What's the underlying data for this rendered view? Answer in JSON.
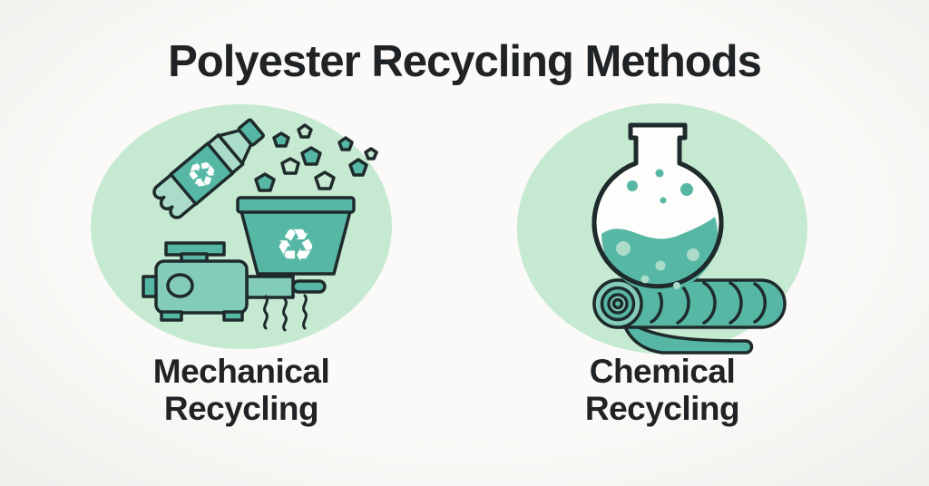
{
  "title": "Polyester Recycling Methods",
  "panels": [
    {
      "id": "mechanical",
      "label_lines": [
        "Mechanical",
        "Recycling"
      ],
      "icons": [
        "plastic-bottle-icon",
        "plastic-flakes-icon",
        "recycling-bin-icon",
        "shredder-machine-icon",
        "extruded-strands-icon"
      ]
    },
    {
      "id": "chemical",
      "label_lines": [
        "Chemical",
        "Recycling"
      ],
      "icons": [
        "round-bottom-flask-icon",
        "fabric-roll-icon",
        "fabric-sheet-icon"
      ]
    }
  ],
  "icons": {
    "recycle_glyph": "♻"
  },
  "colors": {
    "accent_teal": "#57b7a5",
    "accent_teal_light": "#84ccba",
    "bottle_light": "#abdcca",
    "circle_mint": "#c6e9d2",
    "outline": "#1e2a2b",
    "text": "#202325",
    "background": "#f7f6f4",
    "flask_white": "#fdfdfb"
  }
}
